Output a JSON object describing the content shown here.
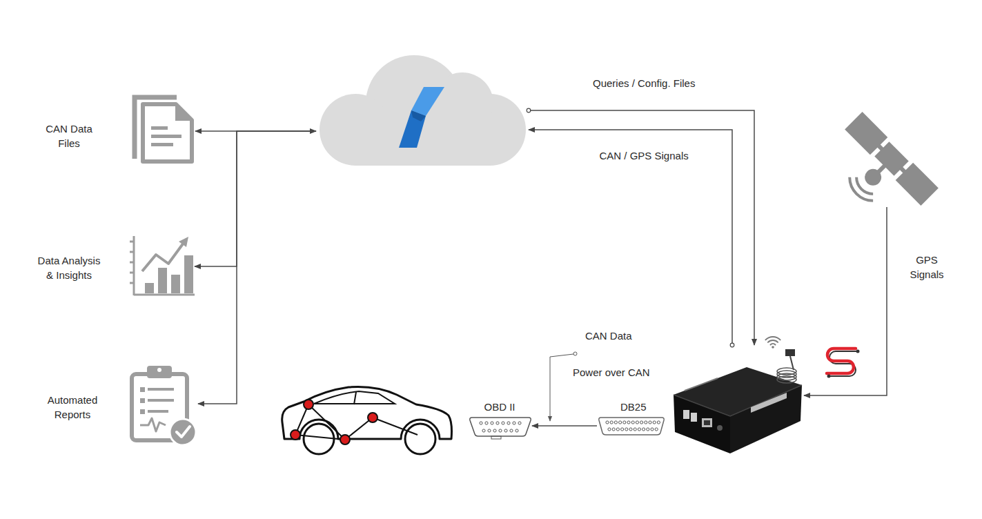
{
  "diagram": {
    "nodes": [
      {
        "text": [
          "CAN Data Files"
        ]
      },
      {
        "text": []
      },
      {
        "text": []
      },
      {
        "text": [
          "Data Analysis & Insights"
        ]
      },
      {
        "text": []
      },
      {
        "text": [
          "Automated Reports"
        ]
      },
      {
        "text": []
      },
      {
        "text": [
          "OBD II"
        ]
      },
      {
        "text": [
          "DB25"
        ]
      }
    ],
    "edges": [
      {
        "from": 1,
        "to": 0,
        "arrow": "both"
      },
      {
        "from": 1,
        "to": 3,
        "arrow": "to"
      },
      {
        "from": 1,
        "to": 5,
        "arrow": "to"
      },
      {
        "from": 1,
        "to": 4,
        "arrow": "to",
        "label": "Queries / Config. Files"
      },
      {
        "from": 4,
        "to": 1,
        "arrow": "to",
        "label": "CAN / GPS Signals"
      },
      {
        "from": 2,
        "to": 4,
        "arrow": "to",
        "label": "GPS Signals"
      },
      {
        "from": 8,
        "to": 7,
        "arrow": "to"
      }
    ],
    "labels": [
      "CAN Data",
      "Power over CAN"
    ]
  }
}
